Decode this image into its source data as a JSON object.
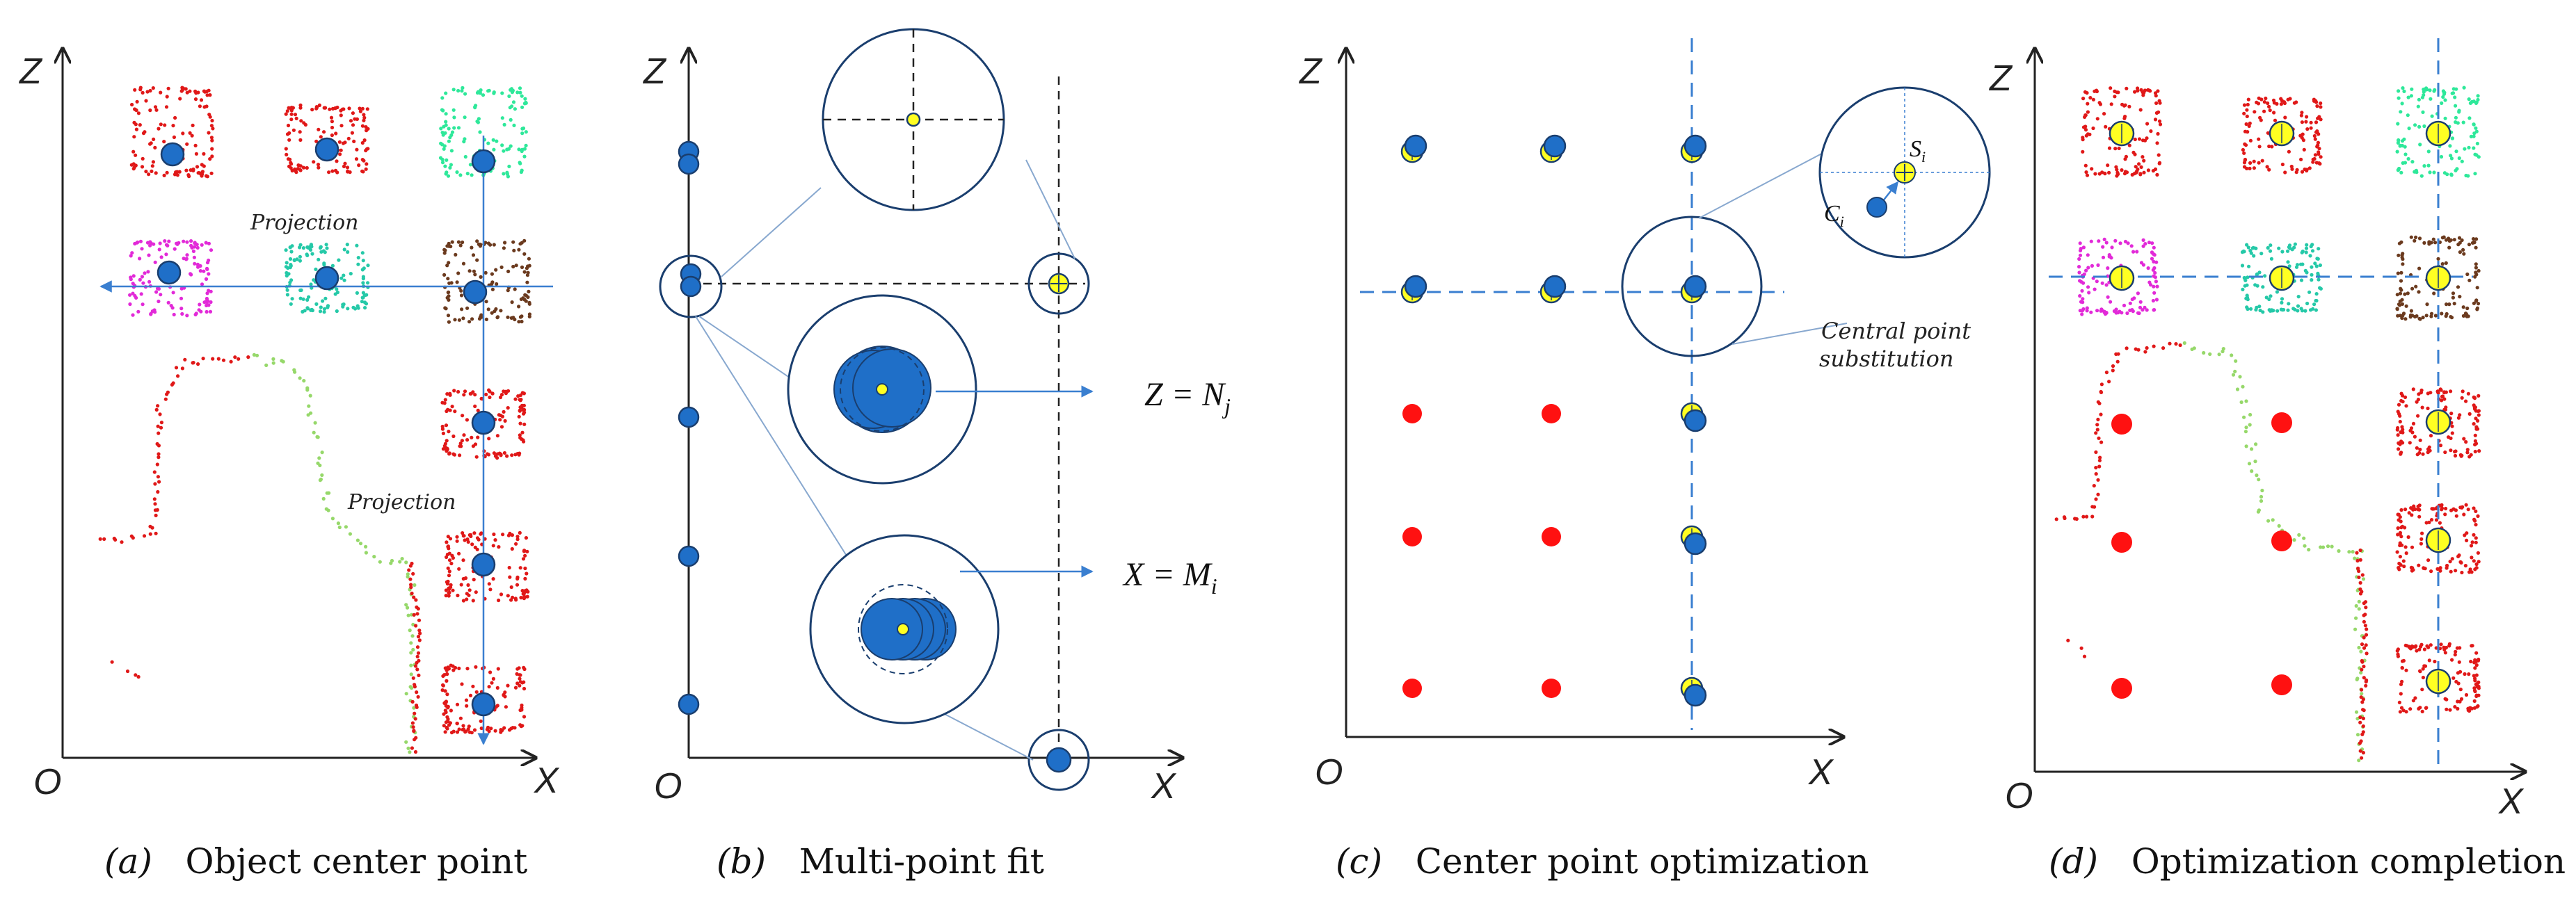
{
  "panels": [
    {
      "id": "a",
      "caption_letter": "(a)",
      "caption_text": "Object center point",
      "axis_x": "X",
      "axis_z": "Z",
      "origin": "O",
      "annotations": [
        "Projection",
        "Projection"
      ]
    },
    {
      "id": "b",
      "caption_letter": "(b)",
      "caption_text": "Multi-point fit",
      "axis_x": "X",
      "axis_z": "Z",
      "origin": "O",
      "eq_z_lhs": "Z = N",
      "eq_z_sub": "j",
      "eq_x_lhs": "X = M",
      "eq_x_sub": "i"
    },
    {
      "id": "c",
      "caption_letter": "(c)",
      "caption_text": "Center point optimization",
      "axis_x": "X",
      "axis_z": "Z",
      "origin": "O",
      "label_s": "S",
      "label_s_sub": "i",
      "label_c": "C",
      "label_c_sub": "i",
      "note_line1": "Central point",
      "note_line2": "substitution"
    },
    {
      "id": "d",
      "caption_letter": "(d)",
      "caption_text": "Optimization completion",
      "axis_x": "X",
      "axis_z": "Z",
      "origin": "O"
    }
  ],
  "colors": {
    "blue_point": "#1f6fc8",
    "blue_outline": "#1a3e6e",
    "yellow_point": "#ffff22",
    "red_point": "#ff1111",
    "cloud_red": "#e01818",
    "cloud_green": "#2ee89a",
    "cloud_light_green": "#96d86a",
    "cloud_magenta": "#e22ad8",
    "cloud_teal": "#25c9a8",
    "cloud_brown": "#6b3a1e",
    "guide_blue": "#3a7fd0"
  }
}
